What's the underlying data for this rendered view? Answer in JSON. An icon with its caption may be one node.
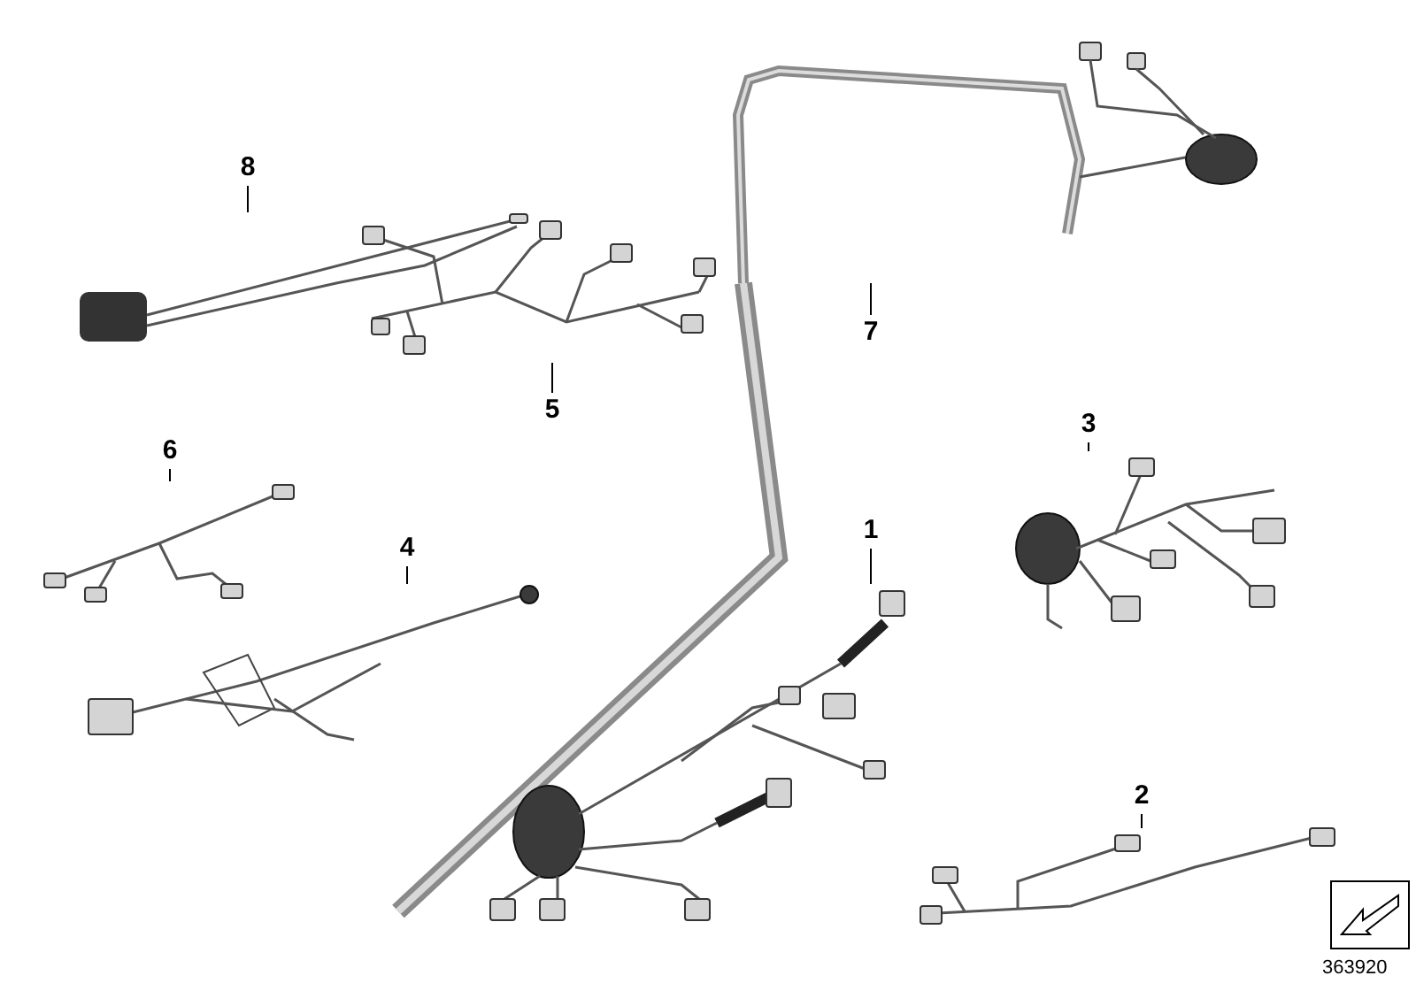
{
  "diagram": {
    "nodes": [
      {
        "text": [
          "8"
        ]
      },
      {
        "text": [],
        "shape": "picture"
      },
      {
        "text": [
          "7"
        ]
      },
      {
        "text": [],
        "shape": "picture"
      },
      {
        "text": [
          "5"
        ]
      },
      {
        "text": [],
        "shape": "picture"
      },
      {
        "text": [
          "6"
        ]
      },
      {
        "text": [],
        "shape": "picture"
      },
      {
        "text": [
          "3"
        ]
      },
      {
        "text": [],
        "shape": "picture"
      },
      {
        "text": [
          "4"
        ]
      },
      {
        "text": [],
        "shape": "picture"
      },
      {
        "text": [
          "1"
        ]
      },
      {
        "text": [],
        "shape": "picture"
      },
      {
        "text": [
          "2"
        ]
      },
      {
        "text": [],
        "shape": "picture"
      }
    ],
    "edges": [
      {
        "from": 0,
        "to": 1,
        "arrow": "none"
      },
      {
        "from": 2,
        "to": 3,
        "arrow": "none"
      },
      {
        "from": 4,
        "to": 5,
        "arrow": "none"
      },
      {
        "from": 6,
        "to": 7,
        "arrow": "none"
      },
      {
        "from": 8,
        "to": 9,
        "arrow": "none"
      },
      {
        "from": 10,
        "to": 11,
        "arrow": "none"
      },
      {
        "from": 12,
        "to": 13,
        "arrow": "none"
      },
      {
        "from": 14,
        "to": 15,
        "arrow": "none"
      }
    ],
    "labels": [
      "363920"
    ]
  }
}
